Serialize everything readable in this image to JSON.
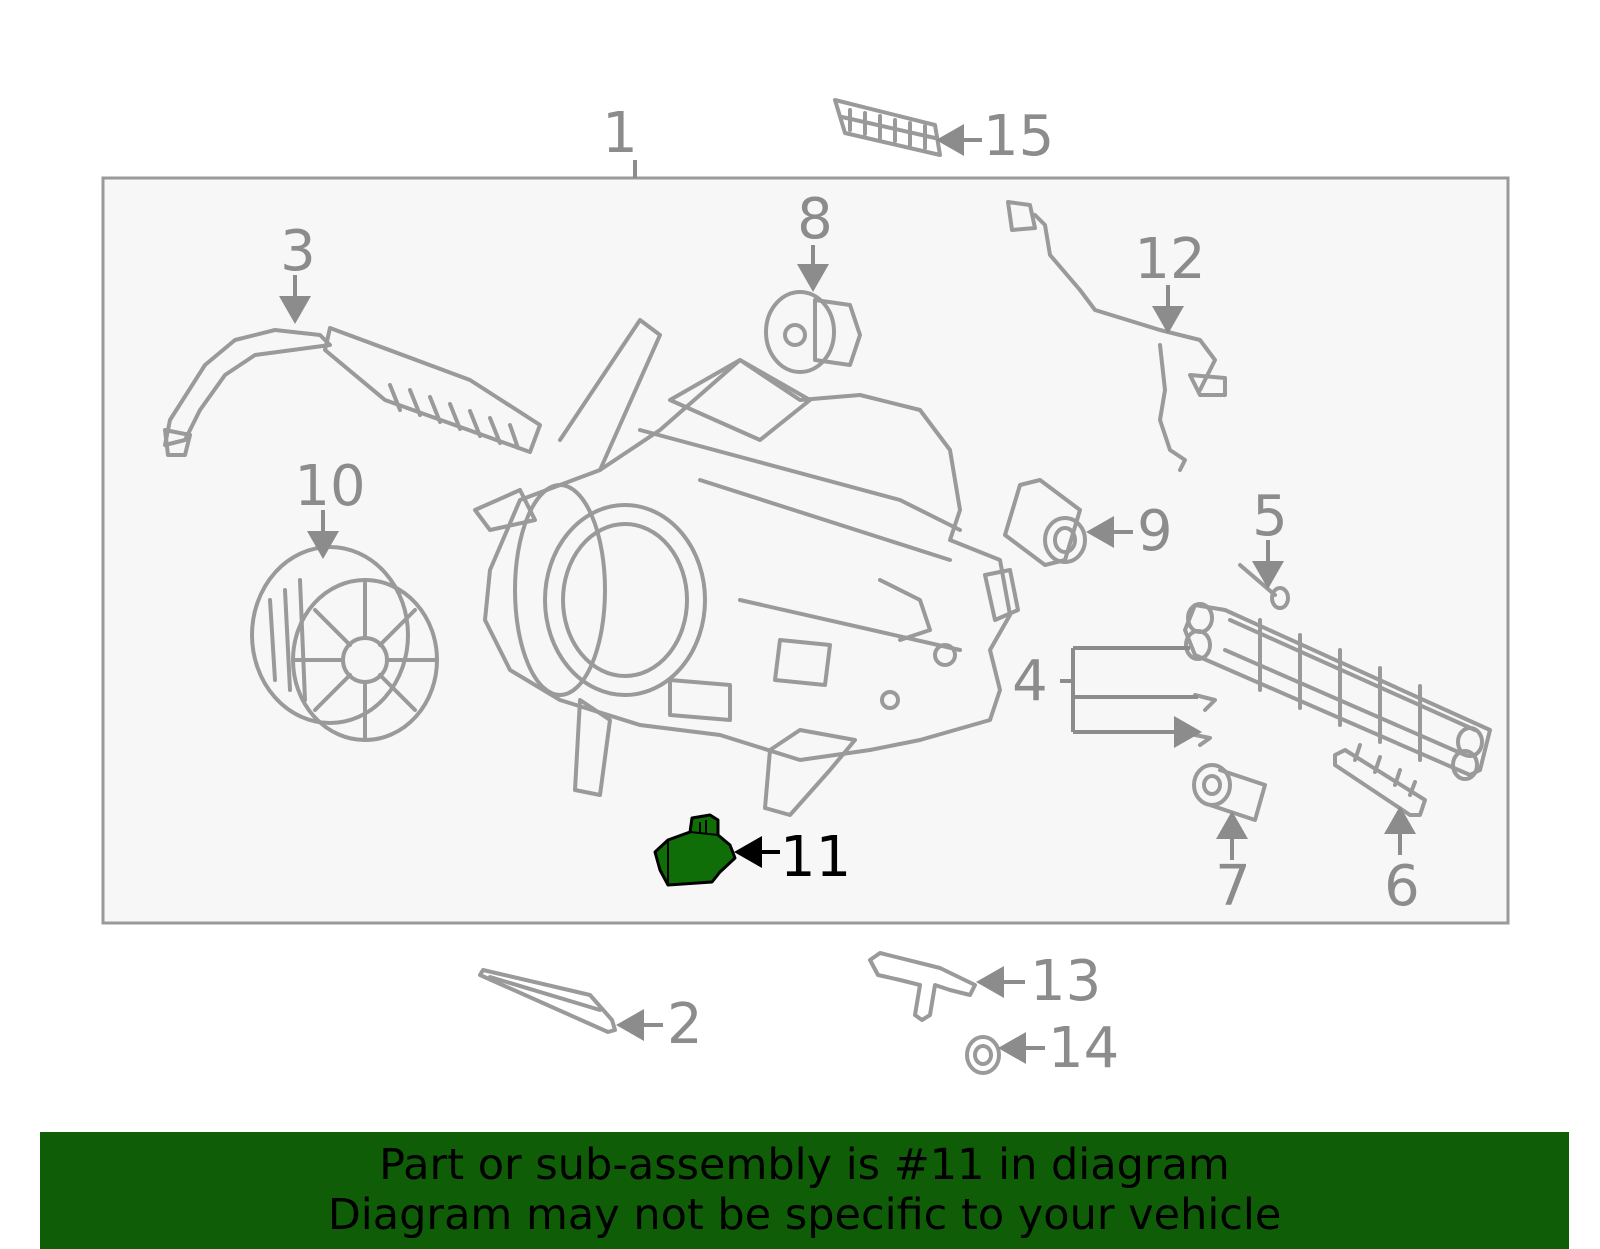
{
  "labels": {
    "l1": "1",
    "l2": "2",
    "l3": "3",
    "l4": "4",
    "l5": "5",
    "l6": "6",
    "l7": "7",
    "l8": "8",
    "l9": "9",
    "l10": "10",
    "l11": "11",
    "l12": "12",
    "l13": "13",
    "l14": "14",
    "l15": "15"
  },
  "highlight": {
    "part": "11",
    "color": "#0f6e07"
  },
  "banner": {
    "line1": "Part or sub-assembly is #11 in diagram",
    "line2": "Diagram may not be specific to your vehicle",
    "color": "#0f5e07"
  }
}
